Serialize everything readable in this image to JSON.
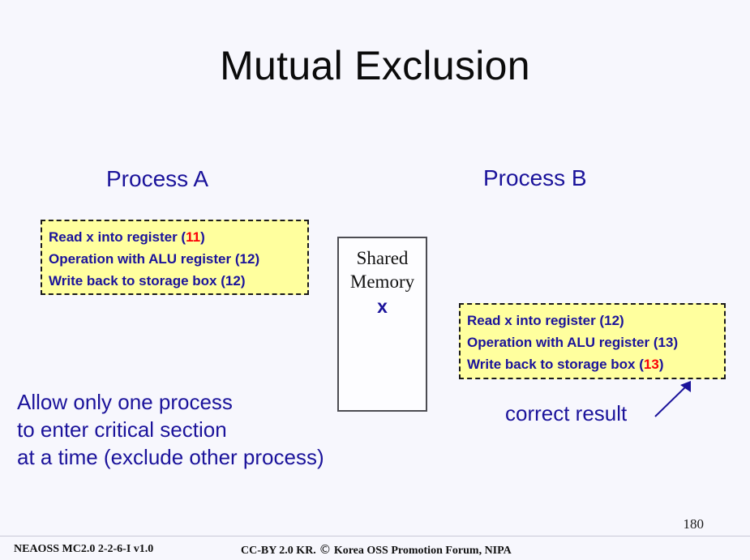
{
  "slide": {
    "title": "Mutual Exclusion",
    "background_color": "#f7f7fd",
    "accent_blue": "#1b139b",
    "accent_red": "#fb0007",
    "box_fill": "#ffff9e"
  },
  "process_a": {
    "heading": "Process A",
    "steps": [
      {
        "text_before": "Read x into register (",
        "value": "11",
        "value_color": "red",
        "text_after": ")"
      },
      {
        "text_before": "Operation with ALU register (",
        "value": "12",
        "value_color": "blue",
        "text_after": ")"
      },
      {
        "text_before": "Write back to storage box (",
        "value": "12",
        "value_color": "blue",
        "text_after": ")"
      }
    ]
  },
  "process_b": {
    "heading": "Process B",
    "steps": [
      {
        "text_before": "Read x into register (",
        "value": "12",
        "value_color": "blue",
        "text_after": ")"
      },
      {
        "text_before": "Operation with ALU register (",
        "value": "13",
        "value_color": "blue",
        "text_after": ")"
      },
      {
        "text_before": "Write back to storage box (",
        "value": "13",
        "value_color": "red",
        "text_after": ")"
      }
    ]
  },
  "shared_memory": {
    "label_line1": "Shared",
    "label_line2": "Memory",
    "variable": "x"
  },
  "statement": {
    "line1": "Allow only one process",
    "line2": "to enter critical section",
    "line3": "at a time (exclude other process)"
  },
  "annotation": {
    "label": "correct result",
    "arrow_icon": "arrow-up-right-icon"
  },
  "footer": {
    "page_number": "180",
    "course_code": "NEAOSS MC2.0 2-2-6-I v1.0",
    "license_prefix": "CC-BY 2.0 KR. ",
    "license_glyph": "©",
    "license_suffix": " Korea OSS Promotion Forum, NIPA"
  }
}
